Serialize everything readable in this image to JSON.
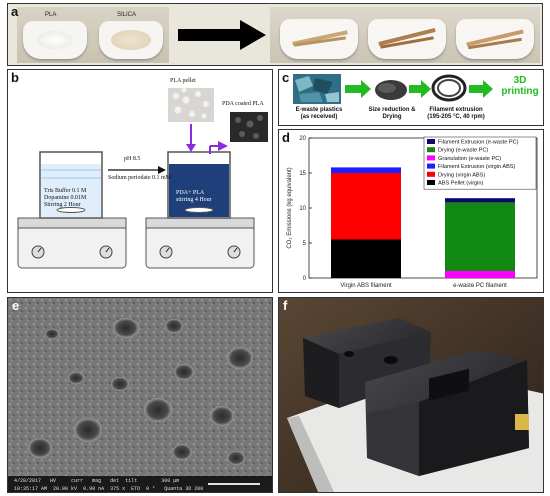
{
  "panel_a": {
    "label": "a",
    "dish_left_label": "PLA",
    "dish_right_label": "SILICA"
  },
  "panel_b": {
    "label": "b",
    "beaker1_lines": [
      "Tris Buffer 0.1 M",
      "Dopamine 0.01M",
      "Stirring 2 Hour"
    ],
    "arrow_text_top": "pH 8.5",
    "arrow_text_bottom": "Sodium periodate 0.1 mM",
    "pellet_label": "PLA pellet",
    "coated_label": "PDA coated PLA",
    "beaker2_lines": [
      "PDA+ PLA",
      "stirring 4 Hour"
    ]
  },
  "panel_c": {
    "label": "c",
    "steps": [
      "E-waste plastics\n(as received)",
      "Size reduction &\nDrying",
      "Filament extrusion\n(195-205 °C, 40 rpm)"
    ],
    "final": "3D\nprinting",
    "colors": {
      "green": "#22bb22",
      "final_text": "#22bb22"
    }
  },
  "panel_d": {
    "label": "d"
  },
  "chart_data": {
    "type": "bar",
    "stacked": true,
    "categories": [
      "Virgin ABS filament",
      "e-waste PC filament"
    ],
    "ylabel": "CO₂ Emissions (kg equivalent)",
    "ylim": [
      0,
      20
    ],
    "yticks": [
      0,
      5,
      10,
      15,
      20
    ],
    "series": [
      {
        "name": "ABS Pellet (virgin)",
        "color": "#000000",
        "values": [
          5.5,
          0
        ]
      },
      {
        "name": "Drying (virgin ABS)",
        "color": "#ff0000",
        "values": [
          9.5,
          0
        ]
      },
      {
        "name": "Filament Extrusion (virgin ABS)",
        "color": "#1e1eff",
        "values": [
          0.8,
          0
        ]
      },
      {
        "name": "Granulation (e-waste PC)",
        "color": "#ff00ff",
        "values": [
          0,
          1.0
        ]
      },
      {
        "name": "Drying (e-waste PC)",
        "color": "#118811",
        "values": [
          0,
          9.8
        ]
      },
      {
        "name": "Filament Extrusion (e-waste PC)",
        "color": "#0a0a6e",
        "values": [
          0,
          0.6
        ]
      }
    ],
    "legend_order": [
      5,
      4,
      3,
      2,
      1,
      0
    ],
    "legend_position": "top-right",
    "grid": false
  },
  "panel_e": {
    "label": "e",
    "info_row1": [
      "4/28/2017",
      "HV",
      "curr",
      "mag",
      "det",
      "tilt",
      "300 μm"
    ],
    "info_row2": [
      "10:35:17 AM",
      "20.00 kV",
      "0.98 nA",
      "375 x",
      "ETD",
      "0 °",
      "Quanta 3D 200"
    ]
  },
  "panel_f": {
    "label": "f"
  }
}
